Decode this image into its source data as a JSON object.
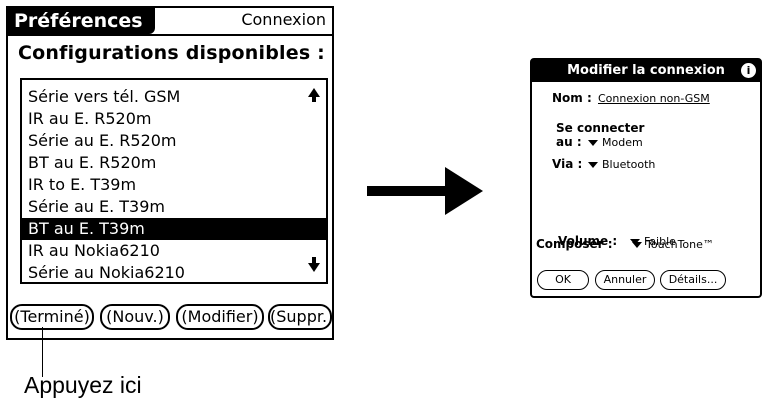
{
  "left_screen": {
    "title": "Préférences",
    "title_right": "Connexion",
    "heading": "Configurations disponibles :",
    "list_items": [
      "Série vers tél. GSM",
      "IR au E. R520m",
      "Série au E. R520m",
      "BT au E. R520m",
      "IR to E. T39m",
      "Série au E. T39m",
      "BT au E. T39m",
      "IR au Nokia6210",
      "Série au Nokia6210"
    ],
    "selected_index": 6,
    "buttons": {
      "done": "(Terminé)",
      "new": "(Nouv.)",
      "edit": "(Modifier)",
      "delete": "(Suppr.)"
    }
  },
  "callout": {
    "text": "Appuyez ici"
  },
  "dialog": {
    "title": "Modifier la connexion",
    "info_icon": "i",
    "name_label": "Nom :",
    "name_value": "Connexion non-GSM",
    "connect_label_1": "Se connecter",
    "connect_label_2": "au :",
    "connect_value": "Modem",
    "via_label": "Via :",
    "via_value": "Bluetooth",
    "dial_label": "Composer :",
    "dial_value": "TouchTone™",
    "volume_label": "Volume :",
    "volume_value": "Faible",
    "buttons": {
      "ok": "OK",
      "cancel": "Annuler",
      "details": "Détails..."
    }
  }
}
